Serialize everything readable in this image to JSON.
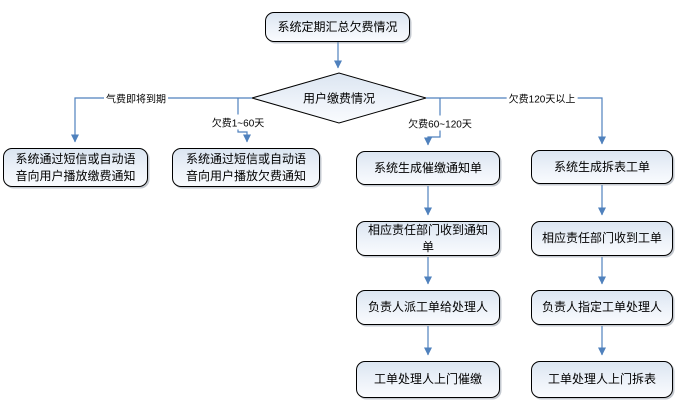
{
  "flowchart": {
    "type": "flowchart",
    "start": {
      "label": "系统定期汇总欠费情况"
    },
    "decision": {
      "label": "用户缴费情况"
    },
    "branches": [
      {
        "condition": "气费即将到期",
        "steps": [
          "系统通过短信或自动语音向用户播放缴费通知"
        ]
      },
      {
        "condition": "欠费1~60天",
        "steps": [
          "系统通过短信或自动语音向用户播放欠费通知"
        ]
      },
      {
        "condition": "欠费60~120天",
        "steps": [
          "系统生成催缴通知单",
          "相应责任部门收到通知单",
          "负责人派工单给处理人",
          "工单处理人上门催缴"
        ]
      },
      {
        "condition": "欠费120天以上",
        "steps": [
          "系统生成拆表工单",
          "相应责任部门收到工单",
          "负责人指定工单处理人",
          "工单处理人上门拆表"
        ]
      }
    ],
    "colors": {
      "connector": "#4f81bd",
      "node_border": "#000000",
      "node_fill_top": "#dbe5f1",
      "node_fill_bottom": "#f9fbfe",
      "background": "#ffffff"
    }
  }
}
